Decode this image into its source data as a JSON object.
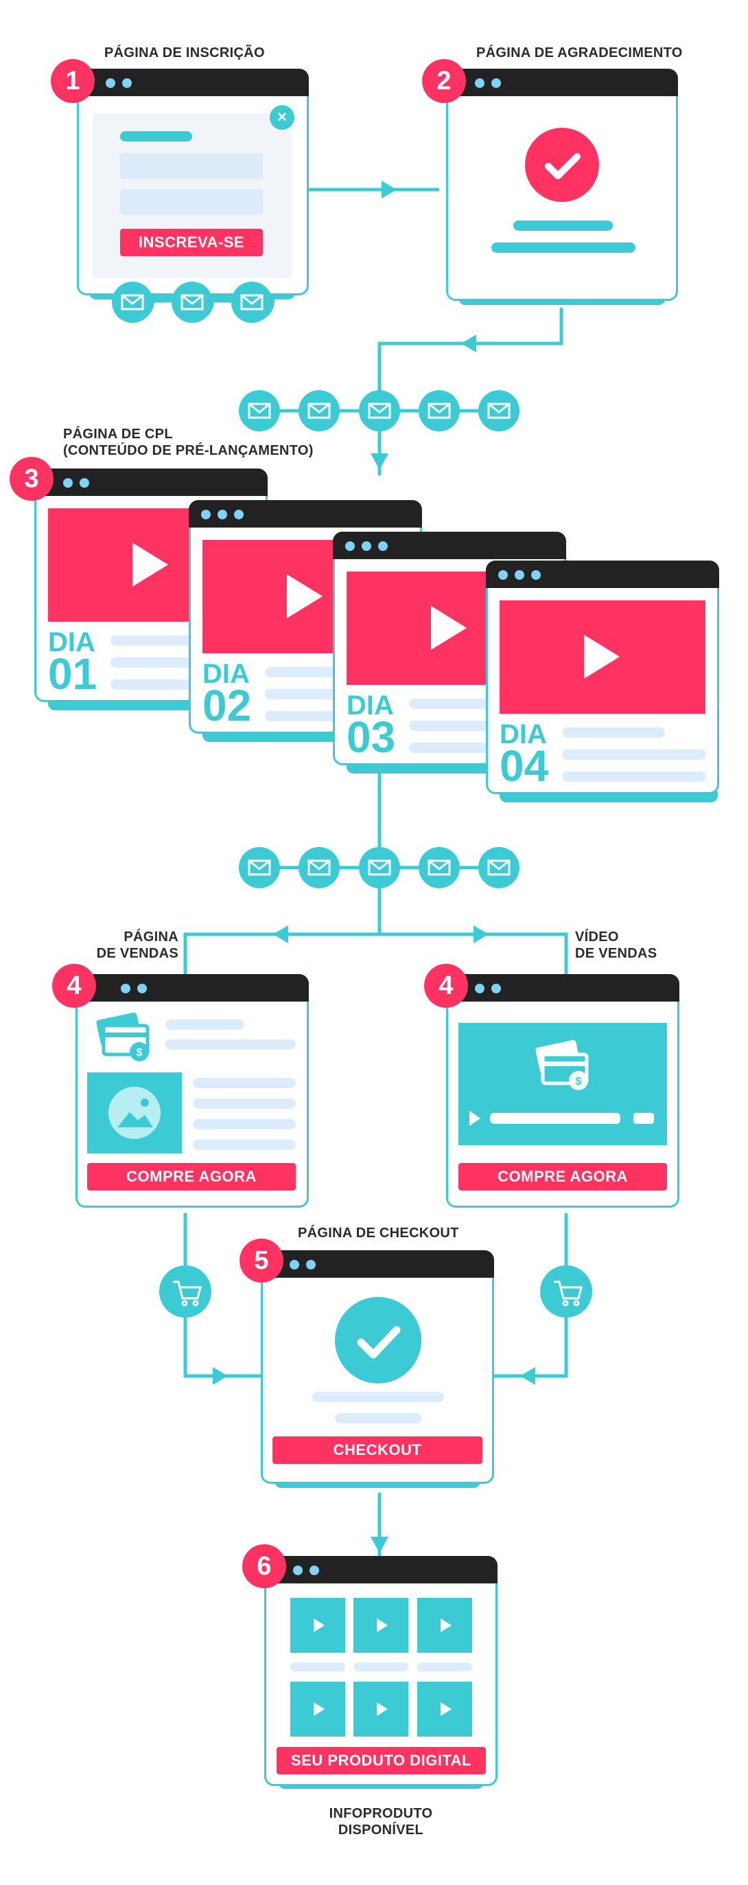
{
  "steps": {
    "s1": {
      "number": "1",
      "label": "PÁGINA DE INSCRIÇÃO",
      "button": "INSCREVA-SE"
    },
    "s2": {
      "number": "2",
      "label": "PÁGINA DE AGRADECIMENTO"
    },
    "s3": {
      "number": "3",
      "label_line1": "PÁGINA DE CPL",
      "label_line2": "(CONTEÚDO DE PRÉ-LANÇAMENTO)",
      "days": [
        {
          "word": "DIA",
          "num": "01"
        },
        {
          "word": "DIA",
          "num": "02"
        },
        {
          "word": "DIA",
          "num": "03"
        },
        {
          "word": "DIA",
          "num": "04"
        }
      ]
    },
    "s4a": {
      "number": "4",
      "label_line1": "PÁGINA",
      "label_line2": "DE VENDAS",
      "button": "COMPRE AGORA"
    },
    "s4b": {
      "number": "4",
      "label_line1": "VÍDEO",
      "label_line2": "DE VENDAS",
      "button": "COMPRE AGORA"
    },
    "s5": {
      "number": "5",
      "label": "PÁGINA DE CHECKOUT",
      "button": "CHECKOUT"
    },
    "s6": {
      "number": "6",
      "button": "SEU PRODUTO DIGITAL",
      "caption_line1": "INFOPRODUTO",
      "caption_line2": "DISPONÍVEL"
    }
  },
  "colors": {
    "accent": "#ff3361",
    "teal": "#3ccbd4",
    "dark": "#222222",
    "light": "#dcecfb"
  },
  "icons": [
    "close-icon",
    "envelope-icon",
    "checkmark-icon",
    "play-icon",
    "cart-icon",
    "credit-card-icon",
    "image-icon"
  ]
}
